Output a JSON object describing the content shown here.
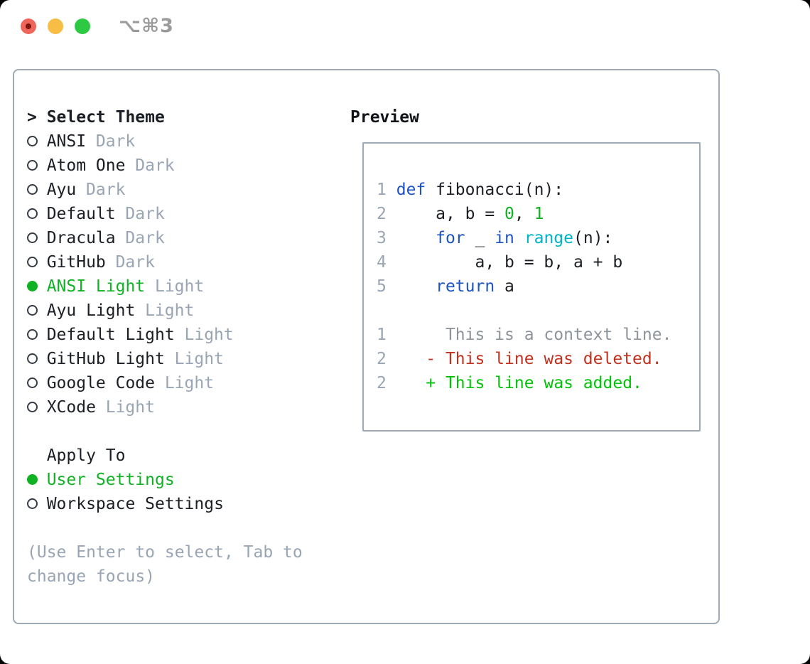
{
  "window": {
    "title": "⌥⌘3",
    "traffic_lights": {
      "close": "#f0655a",
      "close_dot": "#7c150b",
      "minimize": "#f7bd45",
      "maximize": "#2ec943"
    }
  },
  "colors": {
    "foreground": "#1b1f25",
    "muted": "#9aa5b4",
    "selected_green": "#10b224",
    "keyword_blue": "#1e53c5",
    "function_cyan": "#00b4c6",
    "number_green": "#10b224",
    "context_gray": "#8d949b",
    "deleted_red": "#c03120",
    "added_green": "#00c308",
    "border_gray": "#a0aab6"
  },
  "theme_panel": {
    "header": {
      "cursor": ">",
      "label": "Select Theme"
    },
    "themes": [
      {
        "name": "ANSI",
        "variant": "Dark",
        "selected": false
      },
      {
        "name": "Atom One",
        "variant": "Dark",
        "selected": false
      },
      {
        "name": "Ayu",
        "variant": "Dark",
        "selected": false
      },
      {
        "name": "Default",
        "variant": "Dark",
        "selected": false
      },
      {
        "name": "Dracula",
        "variant": "Dark",
        "selected": false
      },
      {
        "name": "GitHub",
        "variant": "Dark",
        "selected": false
      },
      {
        "name": "ANSI Light",
        "variant": "Light",
        "selected": true
      },
      {
        "name": "Ayu Light",
        "variant": "Light",
        "selected": false
      },
      {
        "name": "Default Light",
        "variant": "Light",
        "selected": false
      },
      {
        "name": "GitHub Light",
        "variant": "Light",
        "selected": false
      },
      {
        "name": "Google Code",
        "variant": "Light",
        "selected": false
      },
      {
        "name": "XCode",
        "variant": "Light",
        "selected": false
      }
    ],
    "apply_to": {
      "label": "Apply To",
      "options": [
        {
          "label": "User Settings",
          "selected": true
        },
        {
          "label": "Workspace Settings",
          "selected": false
        }
      ]
    },
    "hint_lines": [
      "(Use Enter to select, Tab to",
      "change focus)"
    ]
  },
  "preview": {
    "label": "Preview",
    "lines": [
      {
        "segments": [
          {
            "t": "1",
            "c": "ln"
          },
          {
            "t": " ",
            "c": "fg"
          },
          {
            "t": "def",
            "c": "kw"
          },
          {
            "t": " fibonacci(n):",
            "c": "fg"
          }
        ]
      },
      {
        "segments": [
          {
            "t": "2",
            "c": "ln"
          },
          {
            "t": "     a, b = ",
            "c": "fg"
          },
          {
            "t": "0",
            "c": "num"
          },
          {
            "t": ", ",
            "c": "fg"
          },
          {
            "t": "1",
            "c": "num"
          }
        ]
      },
      {
        "segments": [
          {
            "t": "3",
            "c": "ln"
          },
          {
            "t": "     ",
            "c": "fg"
          },
          {
            "t": "for",
            "c": "kw"
          },
          {
            "t": " _ ",
            "c": "fg"
          },
          {
            "t": "in",
            "c": "kw"
          },
          {
            "t": " ",
            "c": "fg"
          },
          {
            "t": "range",
            "c": "cy"
          },
          {
            "t": "(n):",
            "c": "fg"
          }
        ]
      },
      {
        "segments": [
          {
            "t": "4",
            "c": "ln"
          },
          {
            "t": "         a, b = b, a + b",
            "c": "fg"
          }
        ]
      },
      {
        "segments": [
          {
            "t": "5",
            "c": "ln"
          },
          {
            "t": "     ",
            "c": "fg"
          },
          {
            "t": "return",
            "c": "kw"
          },
          {
            "t": " a",
            "c": "fg"
          }
        ]
      },
      {
        "segments": []
      },
      {
        "segments": [
          {
            "t": "1",
            "c": "ln"
          },
          {
            "t": "      This is a context line.",
            "c": "ctx"
          }
        ]
      },
      {
        "segments": [
          {
            "t": "2",
            "c": "ln"
          },
          {
            "t": "    ",
            "c": "fg"
          },
          {
            "t": "- This line was deleted.",
            "c": "del"
          }
        ]
      },
      {
        "segments": [
          {
            "t": "2",
            "c": "ln"
          },
          {
            "t": "    ",
            "c": "fg"
          },
          {
            "t": "+ This line was added.",
            "c": "add"
          }
        ]
      }
    ]
  }
}
